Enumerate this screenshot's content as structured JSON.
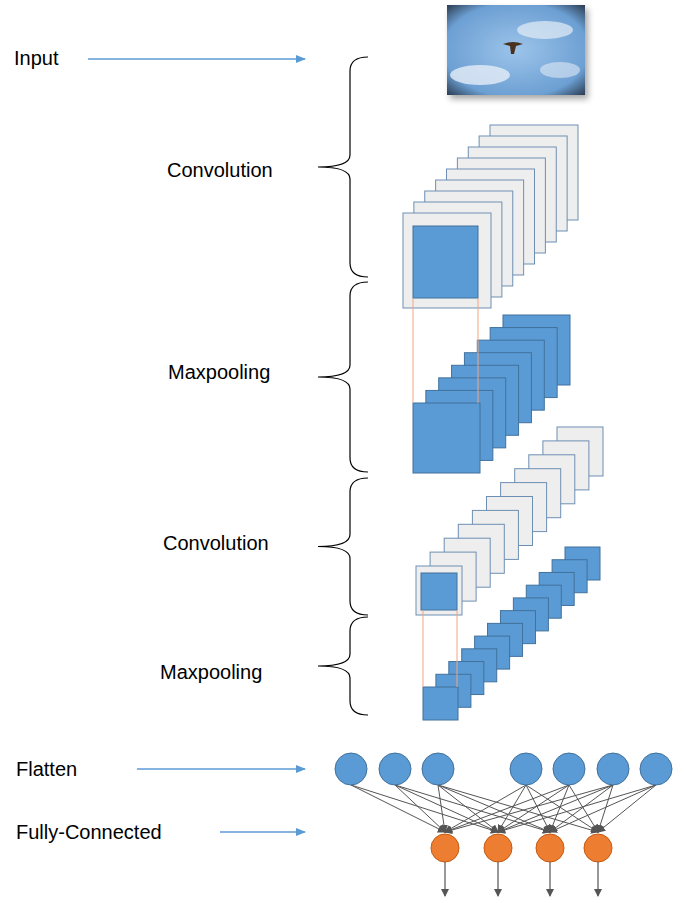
{
  "diagram": {
    "labels": [
      "Input",
      "Convolution",
      "Maxpooling",
      "Convolution",
      "Maxpooling",
      "Flatten",
      "Fully-Connected"
    ]
  }
}
